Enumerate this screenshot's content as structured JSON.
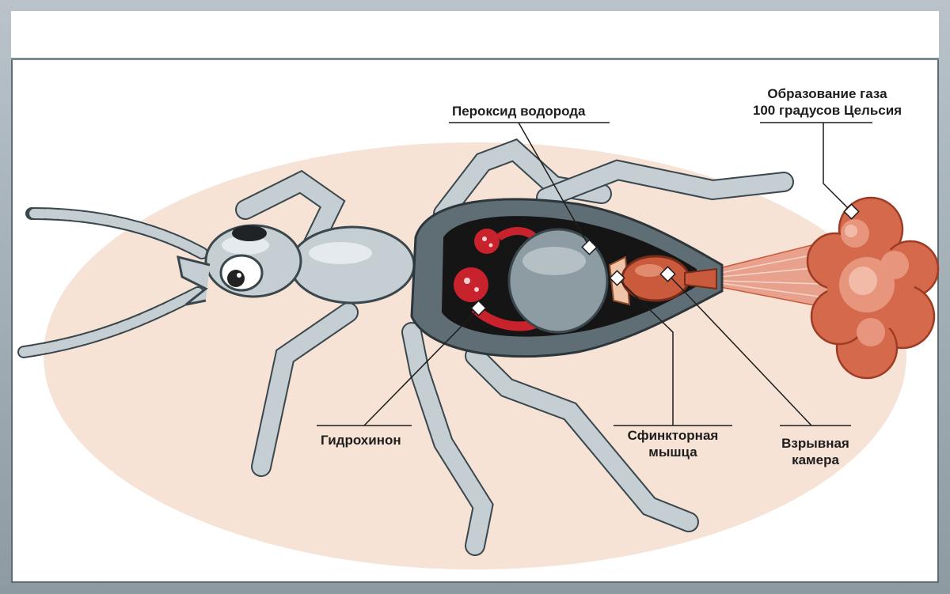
{
  "labels": {
    "gas": [
      "Образование газа",
      "100 градусов Цельсия"
    ],
    "peroxide": "Пероксид водорода",
    "hydroquinone": "Гидрохинон",
    "sphincter": [
      "Сфинкторная",
      "мышца"
    ],
    "chamber": [
      "Взрывная",
      "камера"
    ]
  },
  "colors": {
    "background_oval": "#f6e3d6",
    "body_grey": "#c5ced2",
    "shell_dark": "#5f6e75",
    "chamber_red": "#c95a3c",
    "gland_red": "#c8232d",
    "gas_cloud": "#d46a4b"
  }
}
